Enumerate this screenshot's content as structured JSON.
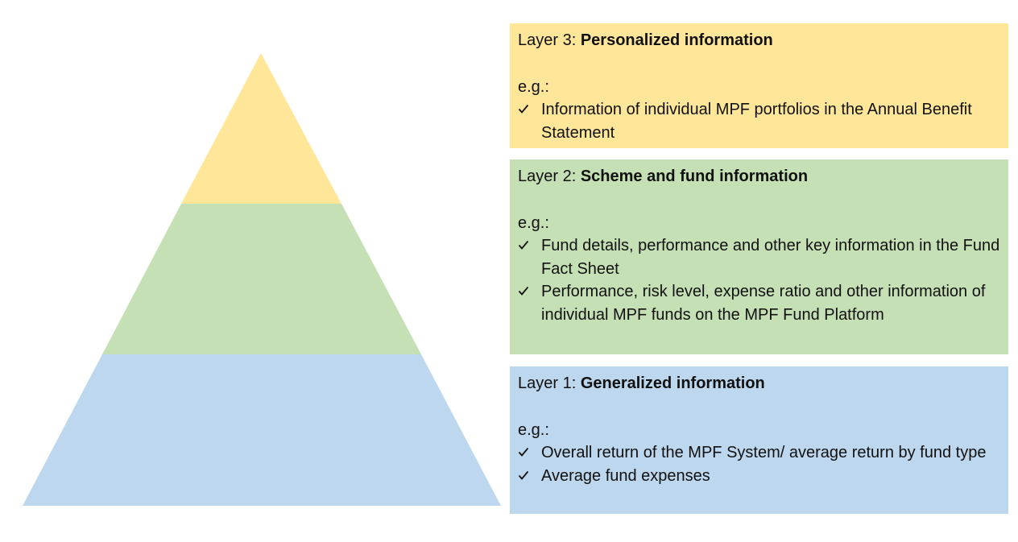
{
  "colors": {
    "layer3": "#FFE699",
    "layer2": "#C5E0B4",
    "layer1": "#BDD7EE",
    "text": "#111111"
  },
  "pyramid": {
    "tiers": [
      "layer3",
      "layer2",
      "layer1"
    ]
  },
  "layers": [
    {
      "id": "layer3",
      "prefix": "Layer 3: ",
      "title": "Personalized information",
      "eg": "e.g.:",
      "items": [
        "Information of individual MPF portfolios in the Annual Benefit Statement"
      ]
    },
    {
      "id": "layer2",
      "prefix": "Layer 2: ",
      "title": "Scheme and fund information",
      "eg": "e.g.:",
      "items": [
        "Fund details, performance and other key information in the Fund Fact Sheet",
        "Performance, risk level, expense ratio and other information of individual MPF funds on the MPF Fund Platform"
      ]
    },
    {
      "id": "layer1",
      "prefix": "Layer 1: ",
      "title": "Generalized information",
      "eg": "e.g.:",
      "items": [
        "Overall return of the MPF System/ average return by fund type",
        "Average fund expenses"
      ]
    }
  ]
}
